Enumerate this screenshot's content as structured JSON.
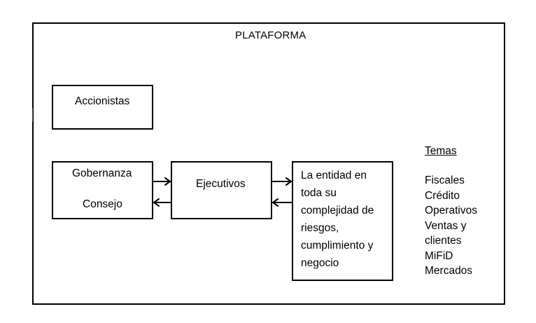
{
  "diagram": {
    "title": "PLATAFORMA",
    "nodes": {
      "accionistas": {
        "label": "Accionistas"
      },
      "gobernanza": {
        "line1": "Gobernanza",
        "line2": "Consejo"
      },
      "ejecutivos": {
        "label": "Ejecutivos"
      },
      "entidad": {
        "label": "La entidad en\ntoda su\ncomplejidad de\nriesgos,\ncumplimiento y\nnegocio"
      }
    },
    "edges": [
      {
        "from": "gobernanza",
        "to": "ejecutivos"
      },
      {
        "from": "ejecutivos",
        "to": "gobernanza"
      },
      {
        "from": "ejecutivos",
        "to": "entidad"
      },
      {
        "from": "entidad",
        "to": "ejecutivos"
      }
    ],
    "temas": {
      "title": "Temas",
      "items": [
        "Fiscales",
        "Crédito",
        "Operativos",
        "Ventas y",
        "clientes",
        "MiFiD",
        "Mercados"
      ]
    }
  }
}
